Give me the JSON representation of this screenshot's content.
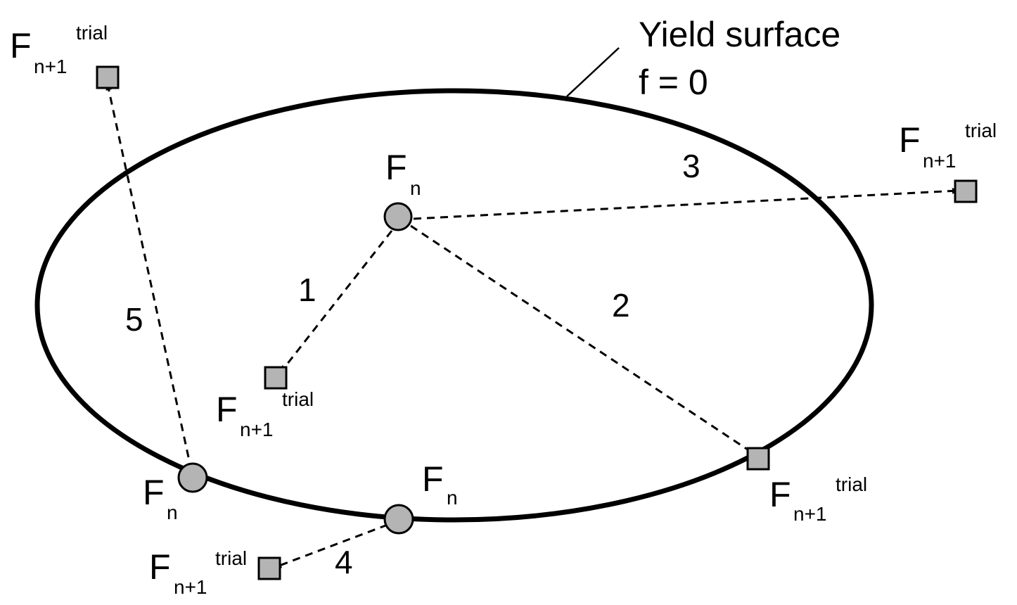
{
  "yield_surface": {
    "title": "Yield surface",
    "equation": "f = 0"
  },
  "notation": {
    "state": "F",
    "state_sub": "n",
    "trial_sub": "n+1",
    "trial_sup": "trial"
  },
  "paths": [
    {
      "id": "1",
      "label": "1"
    },
    {
      "id": "2",
      "label": "2"
    },
    {
      "id": "3",
      "label": "3"
    },
    {
      "id": "4",
      "label": "4"
    },
    {
      "id": "5",
      "label": "5"
    }
  ],
  "colors": {
    "marker_fill": "#b4b4b4",
    "stroke": "#000000",
    "background": "#ffffff"
  }
}
